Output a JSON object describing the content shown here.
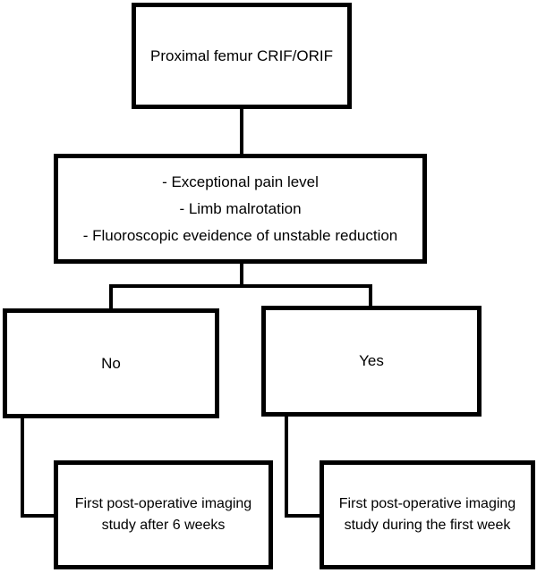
{
  "figure": {
    "background_color": "#ffffff",
    "line_color": "#000000",
    "text_color": "#000000"
  },
  "nodes": {
    "root": {
      "label": "Proximal femur CRIF/ORIF"
    },
    "criteria": {
      "lines": [
        "- Exceptional pain level",
        "- Limb malrotation",
        "- Fluoroscopic eveidence of unstable reduction"
      ]
    },
    "branch_no": {
      "label": "No"
    },
    "branch_yes": {
      "label": "Yes"
    },
    "outcome_no": {
      "lines": [
        "First post-operative imaging",
        "study after 6 weeks"
      ]
    },
    "outcome_yes": {
      "lines": [
        "First post-operative imaging",
        "study during the first week"
      ]
    }
  }
}
